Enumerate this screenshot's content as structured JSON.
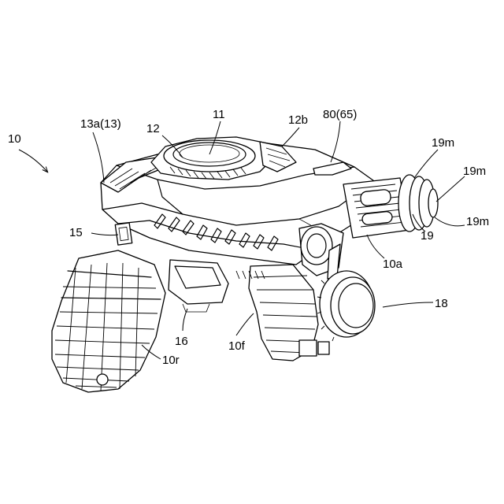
{
  "figure": {
    "labels": {
      "l10": "10",
      "l13a": "13a(13)",
      "l12": "12",
      "l11": "11",
      "l12b": "12b",
      "l80": "80(65)",
      "l19m_top": "19m",
      "l19m_mid": "19m",
      "l19m_low": "19m",
      "l19": "19",
      "l10a": "10a",
      "l15": "15",
      "l18": "18",
      "l16": "16",
      "l10f": "10f",
      "l10r": "10r"
    }
  }
}
